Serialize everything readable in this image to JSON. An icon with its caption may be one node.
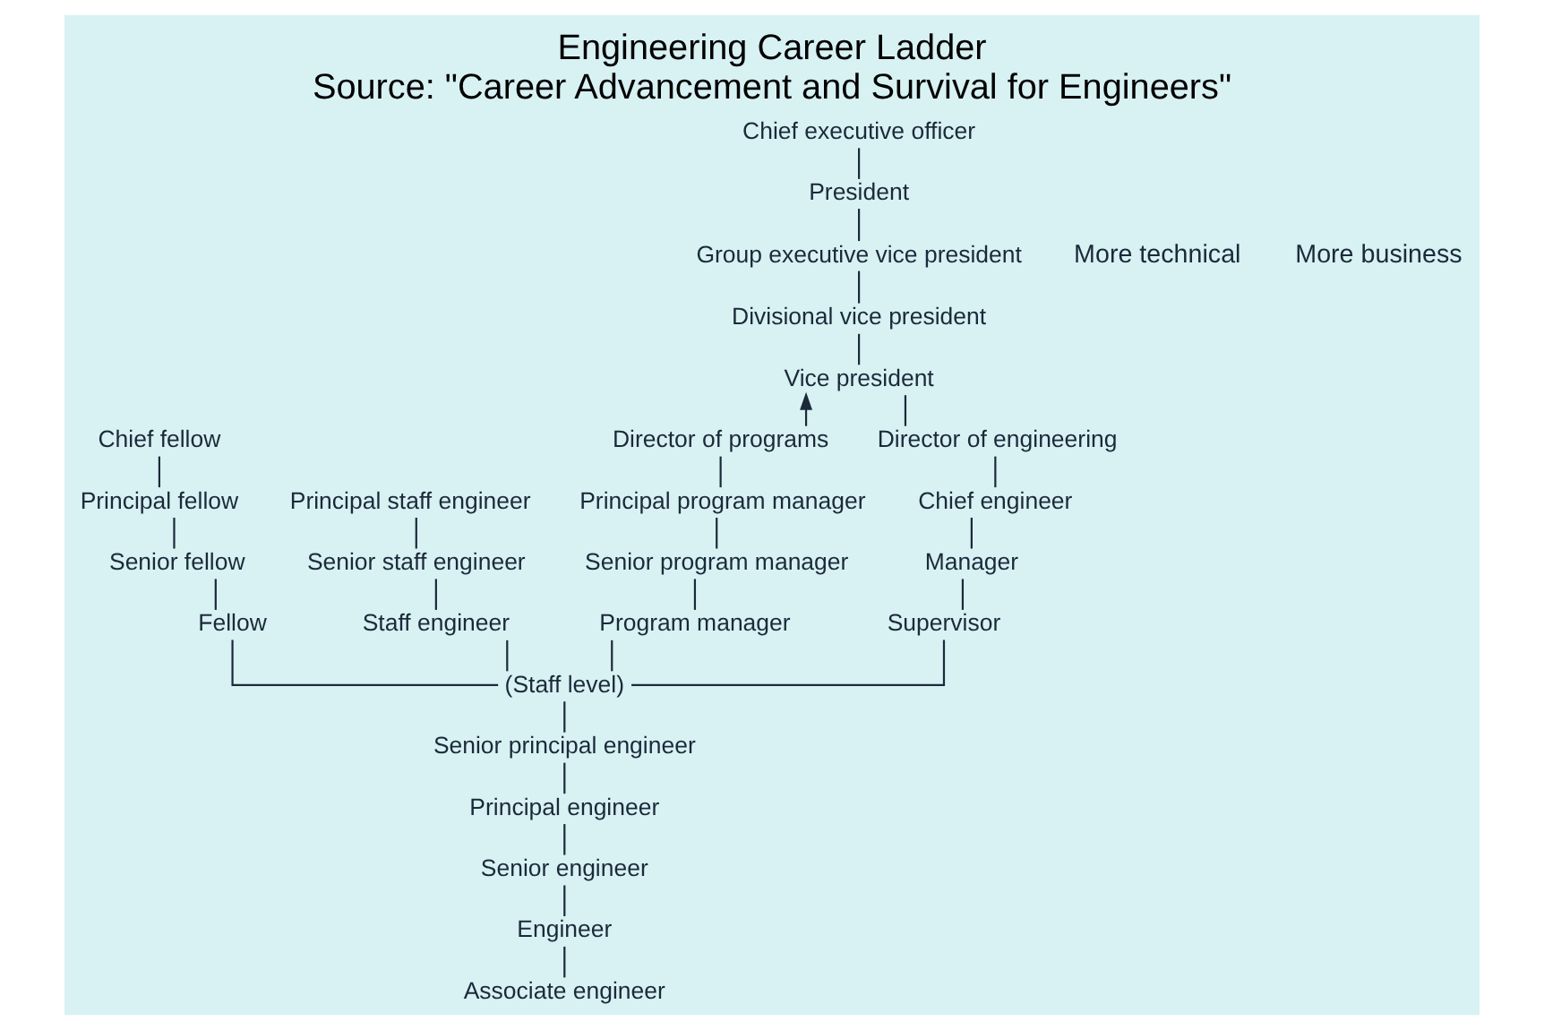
{
  "diagram": {
    "title": "Engineering Career Ladder",
    "caption": "Source: \"Career Advancement and Survival for Engineers\"",
    "nodes": [
      {
        "text": [
          "Chief executive officer"
        ]
      },
      {
        "text": [
          "President"
        ]
      },
      {
        "text": [
          "Group executive vice president"
        ]
      },
      {
        "text": [
          "Divisional vice president"
        ]
      },
      {
        "text": [
          "Vice president"
        ]
      },
      {
        "text": [
          "Chief fellow"
        ]
      },
      {
        "text": [
          "Principal fellow"
        ]
      },
      {
        "text": [
          "Senior fellow"
        ]
      },
      {
        "text": [
          "Fellow"
        ]
      },
      {
        "text": [
          "Principal staff engineer"
        ]
      },
      {
        "text": [
          "Senior staff engineer"
        ]
      },
      {
        "text": [
          "Staff engineer"
        ]
      },
      {
        "text": [
          "Director of programs"
        ]
      },
      {
        "text": [
          "Principal program manager"
        ]
      },
      {
        "text": [
          "Senior program manager"
        ]
      },
      {
        "text": [
          "Program manager"
        ]
      },
      {
        "text": [
          "Director of engineering"
        ]
      },
      {
        "text": [
          "Chief engineer"
        ]
      },
      {
        "text": [
          "Manager"
        ]
      },
      {
        "text": [
          "Supervisor"
        ]
      },
      {
        "text": [
          "(Staff level)"
        ]
      },
      {
        "text": [
          "Senior principal engineer"
        ]
      },
      {
        "text": [
          "Principal engineer"
        ]
      },
      {
        "text": [
          "Senior engineer"
        ]
      },
      {
        "text": [
          "Engineer"
        ]
      },
      {
        "text": [
          "Associate engineer"
        ]
      }
    ],
    "edges": [
      {
        "from": 25,
        "to": 24,
        "arrow": "none"
      },
      {
        "from": 24,
        "to": 23,
        "arrow": "none"
      },
      {
        "from": 23,
        "to": 22,
        "arrow": "none"
      },
      {
        "from": 22,
        "to": 21,
        "arrow": "none"
      },
      {
        "from": 21,
        "to": 20,
        "arrow": "none"
      },
      {
        "from": 20,
        "to": 8,
        "arrow": "none"
      },
      {
        "from": 20,
        "to": 11,
        "arrow": "none"
      },
      {
        "from": 20,
        "to": 15,
        "arrow": "none"
      },
      {
        "from": 20,
        "to": 19,
        "arrow": "none"
      },
      {
        "from": 8,
        "to": 7,
        "arrow": "none"
      },
      {
        "from": 7,
        "to": 6,
        "arrow": "none"
      },
      {
        "from": 6,
        "to": 5,
        "arrow": "none"
      },
      {
        "from": 11,
        "to": 10,
        "arrow": "none"
      },
      {
        "from": 10,
        "to": 9,
        "arrow": "none"
      },
      {
        "from": 15,
        "to": 14,
        "arrow": "none"
      },
      {
        "from": 14,
        "to": 13,
        "arrow": "none"
      },
      {
        "from": 13,
        "to": 12,
        "arrow": "none"
      },
      {
        "from": 12,
        "to": 4,
        "arrow": "to"
      },
      {
        "from": 19,
        "to": 18,
        "arrow": "none"
      },
      {
        "from": 18,
        "to": 17,
        "arrow": "none"
      },
      {
        "from": 17,
        "to": 16,
        "arrow": "none"
      },
      {
        "from": 16,
        "to": 4,
        "arrow": "none"
      },
      {
        "from": 4,
        "to": 3,
        "arrow": "none"
      },
      {
        "from": 3,
        "to": 2,
        "arrow": "none"
      },
      {
        "from": 2,
        "to": 1,
        "arrow": "none"
      },
      {
        "from": 1,
        "to": 0,
        "arrow": "none"
      }
    ],
    "labels": [
      "More technical",
      "More business"
    ]
  }
}
